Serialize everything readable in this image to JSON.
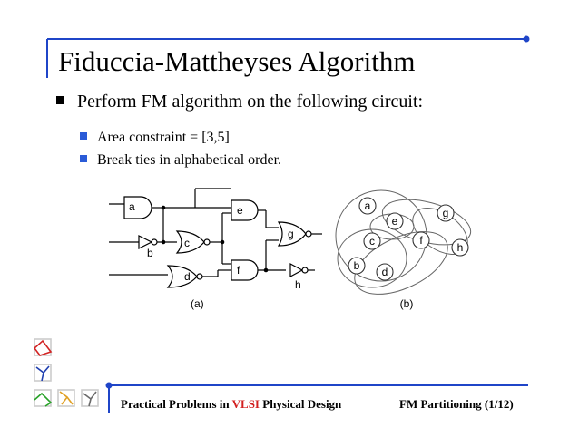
{
  "slide": {
    "title": "Fiduccia-Mattheyses Algorithm",
    "bullet1": "Perform FM algorithm on the following circuit:",
    "sub_bullets": [
      "Area constraint = [3,5]",
      "Break ties in alphabetical order."
    ]
  },
  "circuit": {
    "caption": "(a)",
    "gates": [
      "a",
      "b",
      "c",
      "d",
      "e",
      "f",
      "g",
      "h"
    ]
  },
  "hypergraph": {
    "caption": "(b)",
    "nodes": [
      "a",
      "e",
      "g",
      "c",
      "f",
      "h",
      "b",
      "d"
    ]
  },
  "footer": {
    "left_pre": "Practical Problems in ",
    "left_accent": "VLSI",
    "left_post": " Physical Design",
    "right": "FM Partitioning (1/12)"
  },
  "colors": {
    "frame_line": "#1f45c8",
    "bullet_blue": "#2a5bd7",
    "accent_red": "#d21f1f"
  }
}
